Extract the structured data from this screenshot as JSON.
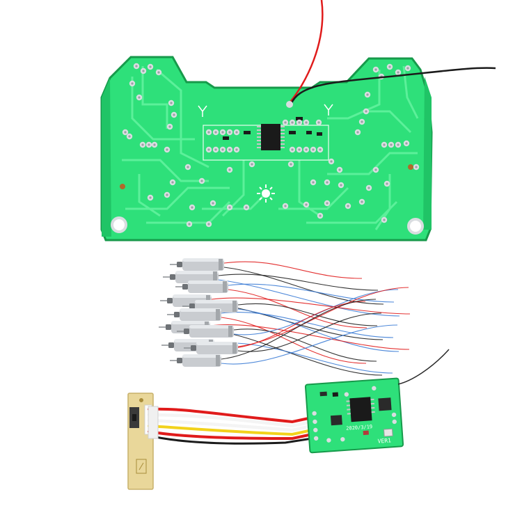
{
  "scene": {
    "description_tags": [
      "remote-control-board",
      "coreless-motors",
      "receiver-board",
      "switch-board"
    ],
    "colors": {
      "background": "#ffffff",
      "pcb_green": "#2ee07a",
      "pcb_green_dark": "#1fb85c",
      "pcb_edge": "#179a4b",
      "pad_silver": "#d9dde0",
      "motor_silver": "#c9ccd0",
      "wire_red": "#e01b1b",
      "wire_black": "#1b1b1b",
      "wire_yellow": "#f2d21b",
      "wire_white": "#f4f4f4",
      "wire_blue": "#3a7bd5",
      "switch_board": "#e9d79a"
    }
  },
  "receiver_board": {
    "version_label": "VER1",
    "date_label": "2020/3/19"
  }
}
